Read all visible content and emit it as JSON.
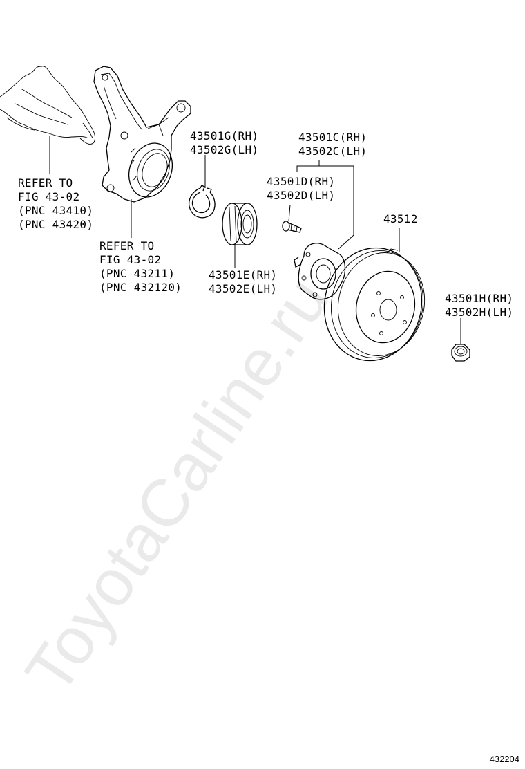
{
  "watermark": "ToyotaCarline.ru",
  "figure_number": "432204",
  "labels": {
    "ref_left": [
      "REFER TO",
      "FIG 43-02",
      "(PNC 43410)",
      "(PNC 43420)"
    ],
    "ref_mid": [
      "REFER TO",
      "FIG 43-02",
      "(PNC 43211)",
      "(PNC 432120)"
    ],
    "g": [
      "43501G(RH)",
      "43502G(LH)"
    ],
    "c": [
      "43501C(RH)",
      "43502C(LH)"
    ],
    "d": [
      "43501D(RH)",
      "43502D(LH)"
    ],
    "e": [
      "43501E(RH)",
      "43502E(LH)"
    ],
    "disc": "43512",
    "h": [
      "43501H(RH)",
      "43502H(LH)"
    ]
  },
  "icons": [
    "knuckle-icon",
    "hose-icon",
    "snap-ring-icon",
    "bearing-icon",
    "hub-bolt-icon",
    "axle-hub-icon",
    "brake-disc-icon",
    "hub-nut-icon"
  ]
}
